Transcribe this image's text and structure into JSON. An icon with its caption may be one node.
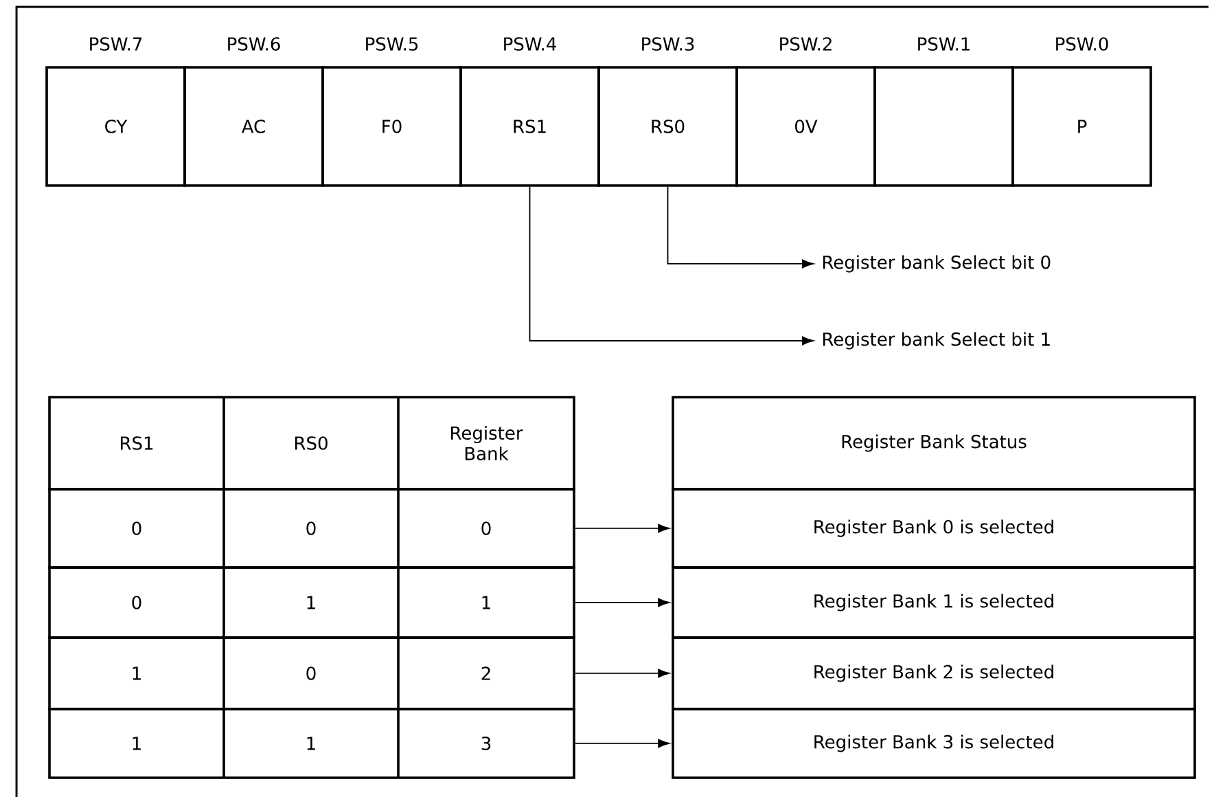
{
  "diagram": {
    "nodes": [
      {
        "text": [
          "PSW.7",
          "CY"
        ]
      },
      {
        "text": [
          "PSW.6",
          "AC"
        ]
      },
      {
        "text": [
          "PSW.5",
          "F0"
        ]
      },
      {
        "text": [
          "PSW.4",
          "RS1"
        ]
      },
      {
        "text": [
          "PSW.3",
          "RS0"
        ]
      },
      {
        "text": [
          "PSW.2",
          "0V"
        ]
      },
      {
        "text": [
          "PSW.1"
        ]
      },
      {
        "text": [
          "PSW.0",
          "P"
        ]
      },
      {
        "text": [
          "Register bank Select bit 0"
        ]
      },
      {
        "text": [
          "Register bank Select bit 1"
        ]
      },
      {
        "text": [
          "RS1",
          "RS0",
          "Register Bank"
        ]
      },
      {
        "text": [
          "0",
          "0",
          "0"
        ]
      },
      {
        "text": [
          "0",
          "1",
          "1"
        ]
      },
      {
        "text": [
          "1",
          "0",
          "2"
        ]
      },
      {
        "text": [
          "1",
          "1",
          "3"
        ]
      },
      {
        "text": [
          "Register Bank Status"
        ]
      },
      {
        "text": [
          "Register Bank 0 is selected"
        ]
      },
      {
        "text": [
          "Register Bank 1 is selected"
        ]
      },
      {
        "text": [
          "Register Bank 2 is selected"
        ]
      },
      {
        "text": [
          "Register Bank 3 is selected"
        ]
      }
    ],
    "edges": [
      {
        "from": 4,
        "to": 8,
        "arrow": "to"
      },
      {
        "from": 3,
        "to": 9,
        "arrow": "to"
      },
      {
        "from": 11,
        "to": 16,
        "arrow": "to"
      },
      {
        "from": 12,
        "to": 17,
        "arrow": "to"
      },
      {
        "from": 13,
        "to": 18,
        "arrow": "to"
      },
      {
        "from": 14,
        "to": 19,
        "arrow": "to"
      }
    ]
  }
}
